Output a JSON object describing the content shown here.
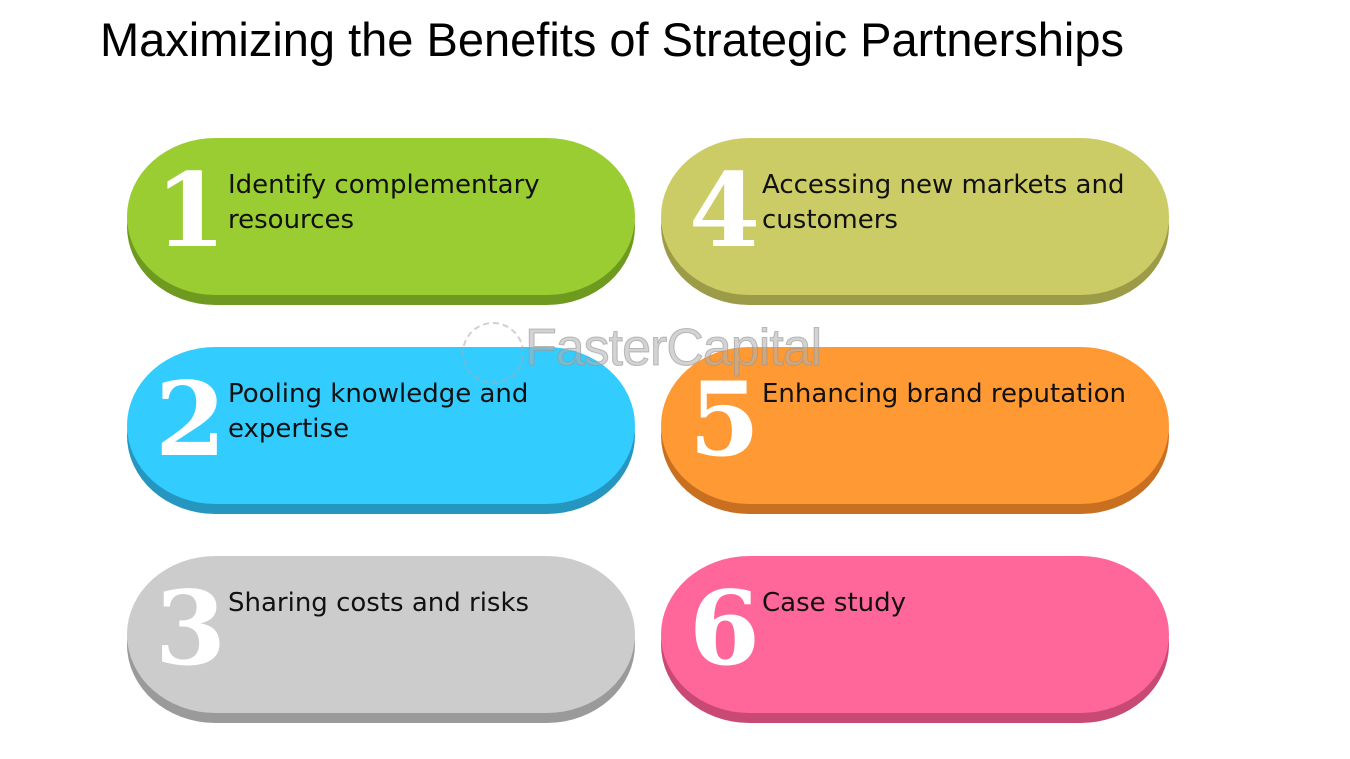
{
  "title": "Maximizing the Benefits of Strategic Partnerships",
  "watermark": "FasterCapital",
  "items": [
    {
      "number": "1",
      "text": "Identify complementary resources",
      "color": "#9acd32",
      "shadow": "#6e9a20"
    },
    {
      "number": "2",
      "text": "Pooling knowledge and expertise",
      "color": "#33ccff",
      "shadow": "#2596c0"
    },
    {
      "number": "3",
      "text": "Sharing costs and risks",
      "color": "#cccccc",
      "shadow": "#9a9a9a"
    },
    {
      "number": "4",
      "text": "Accessing new markets and customers",
      "color": "#cccc66",
      "shadow": "#9c9c48"
    },
    {
      "number": "5",
      "text": "Enhancing brand reputation",
      "color": "#ff9933",
      "shadow": "#c87020"
    },
    {
      "number": "6",
      "text": "Case study",
      "color": "#ff6699",
      "shadow": "#c84a74"
    }
  ]
}
